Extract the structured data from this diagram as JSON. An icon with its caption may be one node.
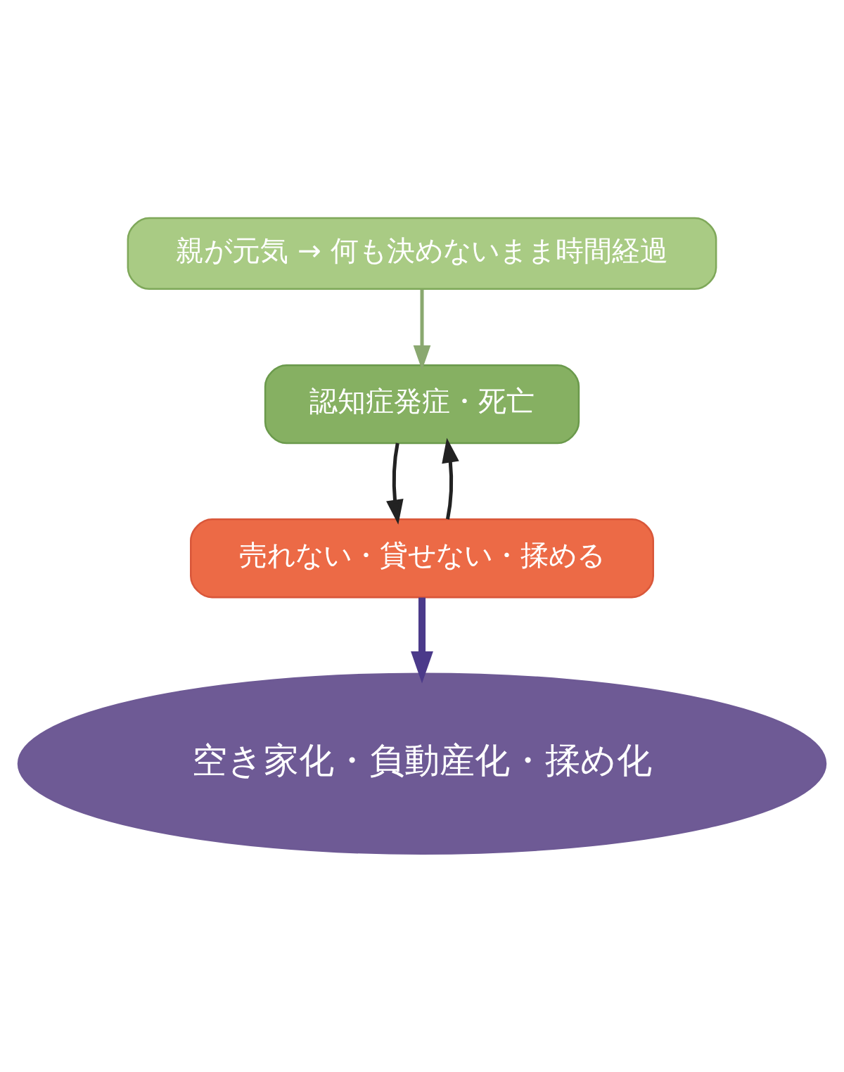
{
  "diagram": {
    "nodes": [
      {
        "text": [
          "親が元気 → 何も決めないまま時間経過"
        ]
      },
      {
        "text": [
          "認知症発症・死亡"
        ]
      },
      {
        "text": [
          "売れない・貸せない・揉める"
        ]
      },
      {
        "text": [
          "空き家化・負動産化・揉め化"
        ]
      }
    ],
    "edges": [
      {
        "from": 0,
        "to": 1,
        "arrow": "to",
        "color": "#8aa870"
      },
      {
        "from": 1,
        "to": 2,
        "arrow": "to"
      },
      {
        "from": 2,
        "to": 3,
        "arrow": "to",
        "style": "thick",
        "color": "#4b3a8a"
      },
      {
        "from": 2,
        "to": 1,
        "arrow": "to"
      }
    ]
  }
}
